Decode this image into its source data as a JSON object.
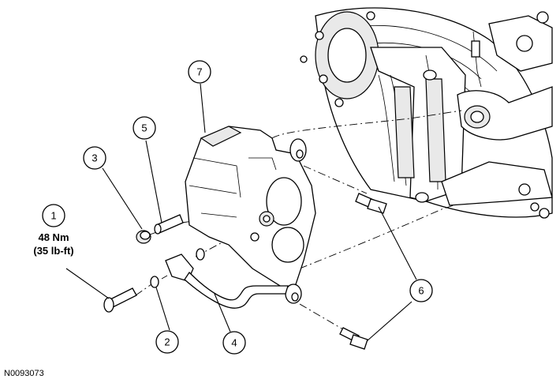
{
  "figure_id": "N0093073",
  "torque_spec": {
    "line1": "48 Nm",
    "line2": "(35 lb-ft)"
  },
  "callouts": [
    {
      "number": "1"
    },
    {
      "number": "2"
    },
    {
      "number": "3"
    },
    {
      "number": "4"
    },
    {
      "number": "5"
    },
    {
      "number": "6"
    },
    {
      "number": "7"
    }
  ]
}
